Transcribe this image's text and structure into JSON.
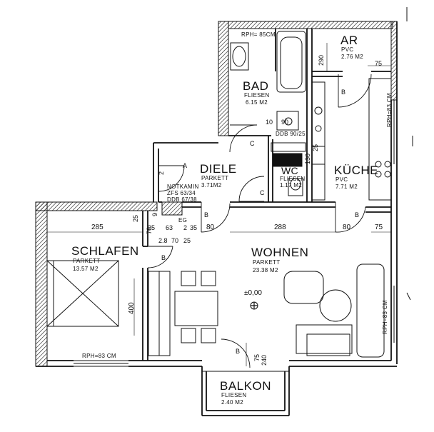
{
  "rooms": {
    "bad": {
      "name": "BAD",
      "floor": "FLIESEN",
      "area": "6.15 M2"
    },
    "ar": {
      "name": "AR",
      "floor": "PVC",
      "area": "2.76 M2"
    },
    "diele": {
      "name": "DIELE",
      "floor": "PARKETT",
      "area": "3.71M2"
    },
    "wc": {
      "name": "WC",
      "floor": "FLIESEN",
      "area": "1.17 M2"
    },
    "kueche": {
      "name": "KÜCHE",
      "floor": "PVC",
      "area": "7.71 M2"
    },
    "schlafen": {
      "name": "SCHLAFEN",
      "floor": "PARKETT",
      "area": "13.57 M2"
    },
    "wohnen": {
      "name": "WOHNEN",
      "floor": "PARKETT",
      "area": "23.38 M2"
    },
    "balkon": {
      "name": "BALKON",
      "floor": "FLIESEN",
      "area": "2.40 M2"
    }
  },
  "annotations": {
    "rph_bad": "RPH= 85CM",
    "rph_kueche": "RPH=83 CM",
    "rph_wohnen": "RPH=83 CM",
    "rph_schlafen": "RPH=83 CM",
    "notkamin": "NOTKAMIN",
    "zfs": "ZFS 63/34",
    "ddb1": "DDB 67/38",
    "ddb2": "DDB 90/25",
    "eg": "EG",
    "level": "±0,00"
  },
  "door_letters": {
    "a": "A",
    "b": "B",
    "c": "C"
  },
  "dimensions": {
    "d290": "290",
    "d75": "75",
    "d10": "10",
    "d90": "90",
    "d130": "130",
    "d25": "25",
    "d2": "2",
    "d9": "9",
    "d70": "70",
    "d285": "285",
    "d80": "80",
    "d288": "288",
    "d400": "400",
    "d240": "240",
    "d63": "63",
    "d35": "35",
    "d28": "2.8",
    "d70b": "70",
    "d2b": "2"
  }
}
